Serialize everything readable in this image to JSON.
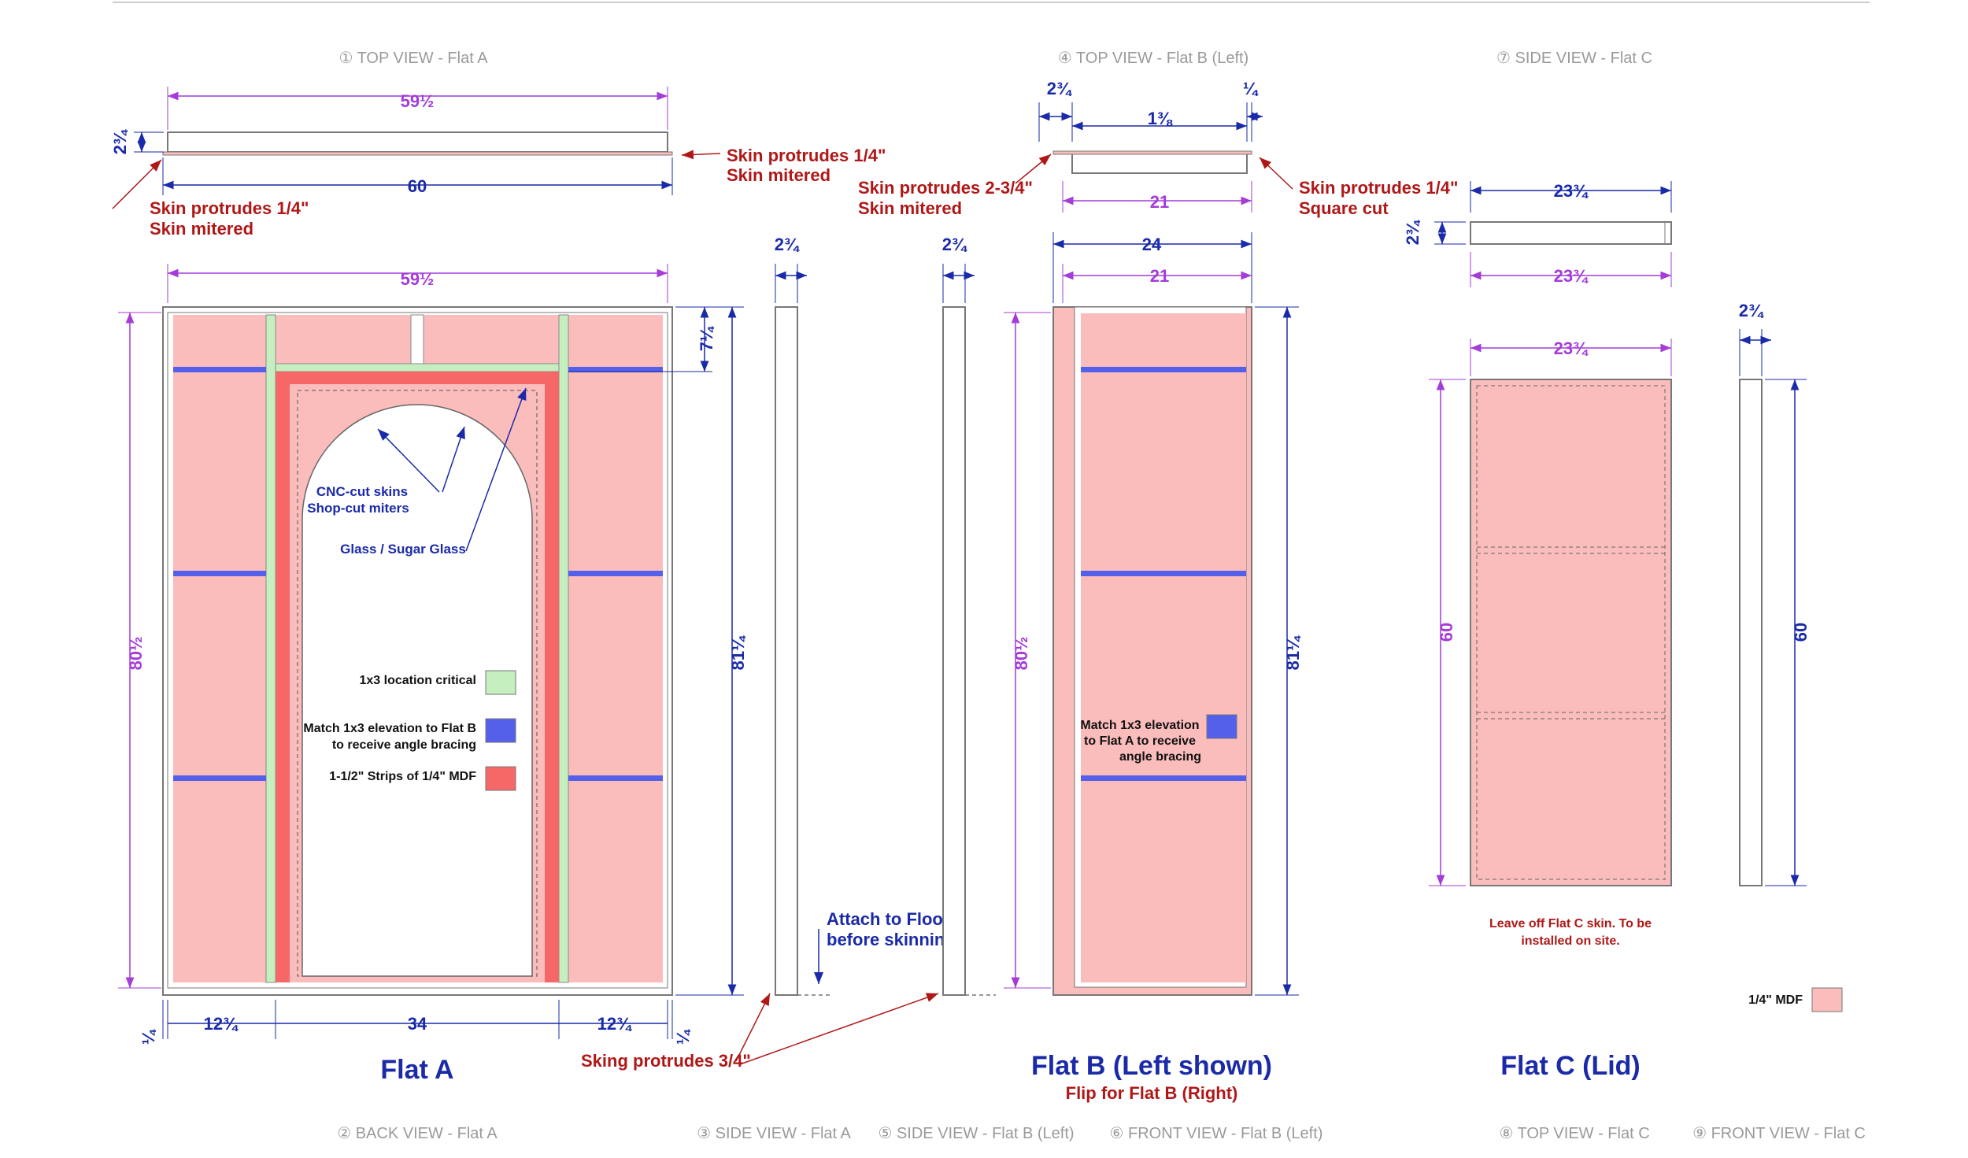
{
  "views": {
    "v1": "① TOP VIEW - Flat A",
    "v2": "② BACK VIEW - Flat A",
    "v3": "③ SIDE VIEW - Flat A",
    "v4": "④ TOP VIEW - Flat B (Left)",
    "v5": "⑤ SIDE VIEW - Flat B (Left)",
    "v6": "⑥ FRONT VIEW - Flat B (Left)",
    "v7": "⑦ SIDE VIEW - Flat C",
    "v8": "⑧ TOP VIEW - Flat C",
    "v9": "⑨ FRONT VIEW - Flat C"
  },
  "titles": {
    "flat_a": "Flat A",
    "flat_b": "Flat B (Left shown)",
    "flat_b_sub": "Flip for Flat B (Right)",
    "flat_c": "Flat C (Lid)"
  },
  "dims": {
    "a_top_w": "59½",
    "a_top_full": "60",
    "a_top_thk": "2¾",
    "a_back_w": "59½",
    "a_back_h": "80½",
    "a_inner_h": "81¼",
    "a_header": "7¼",
    "a_side_thk": "2¾",
    "a_bot_left": "12¾",
    "a_bot_mid": "34",
    "a_bot_right": "12¾",
    "a_bot_q_left": "¼",
    "a_bot_q_right": "¼",
    "b_side_thk": "2¾",
    "b_top_left": "2¾",
    "b_top_mid": "1⅜",
    "b_top_right": "¼",
    "b_top_21": "21",
    "b_front_24": "24",
    "b_front_21": "21",
    "b_front_h_left": "80½",
    "b_front_h_right": "81¼",
    "c_side_w": "23¾",
    "c_side_thk": "2¾",
    "c_side_w2": "23¾",
    "c_top_w": "23¾",
    "c_top_h": "60",
    "c_front_thk": "2¾",
    "c_front_h": "60"
  },
  "notes": {
    "skin_a_right_1": "Skin protrudes 1/4\"",
    "skin_a_right_2": "Skin mitered",
    "skin_a_left_1": "Skin protrudes 1/4\"",
    "skin_a_left_2": "Skin mitered",
    "skin_b_left_1": "Skin protrudes 2-3/4\"",
    "skin_b_left_2": "Skin mitered",
    "skin_b_right_1": "Skin protrudes 1/4\"",
    "skin_b_right_2": "Square cut",
    "cnc_1": "CNC-cut skins",
    "cnc_2": "Shop-cut miters",
    "glass": "Glass / Sugar Glass",
    "attach_1": "Attach to Floor",
    "attach_2": "before skinning",
    "sking": "Sking protrudes 3/4\"",
    "match_b_1": "Match 1x3 elevation",
    "match_b_2": "to Flat A to receive",
    "match_b_3": "angle bracing",
    "leave_off_1": "Leave off Flat C skin. To be",
    "leave_off_2": "installed on site."
  },
  "legend": {
    "green": "1x3 location critical",
    "blue_1": "Match 1x3 elevation to Flat B",
    "blue_2": "to receive angle bracing",
    "red": "1-1/2\"  Strips of 1/4\" MDF",
    "mdf": "1/4\" MDF"
  },
  "colors": {
    "mdf_pink": "#fbbcbc",
    "strip_red": "#f66868",
    "critical_green": "#c6efc0",
    "bracing_blue": "#5560ea",
    "dim_blue": "#1a2aa8",
    "dim_purple": "#a43cd8",
    "note_red": "#b01818",
    "view_gray": "#9a9a9a"
  }
}
